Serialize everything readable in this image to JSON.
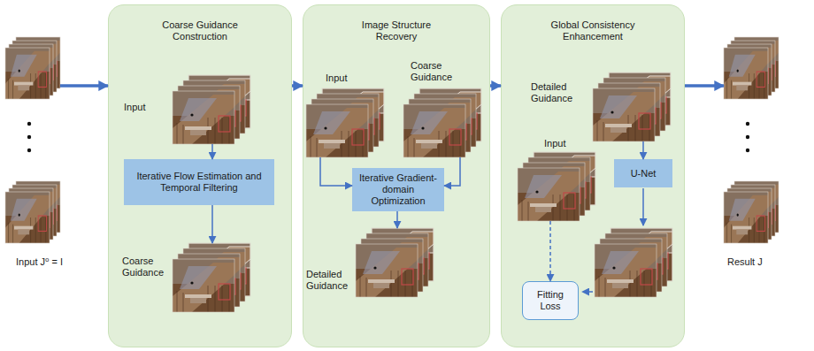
{
  "diagram": {
    "nodes": [
      {
        "text": [
          "Input J⁰ = I"
        ]
      },
      {
        "text": [
          "Coarse Guidance Construction"
        ]
      },
      {
        "text": [
          "Input"
        ],
        "in": 1
      },
      {
        "text": [
          "Iterative Flow Estimation and Temporal Filtering"
        ],
        "in": 1
      },
      {
        "text": [
          "Coarse Guidance"
        ],
        "in": 1
      },
      {
        "text": [
          "Image Structure Recovery"
        ]
      },
      {
        "text": [
          "Input"
        ],
        "in": 5
      },
      {
        "text": [
          "Coarse Guidance"
        ],
        "in": 5
      },
      {
        "text": [
          "Iterative Gradient-domain Optimization"
        ],
        "in": 5
      },
      {
        "text": [
          "Detailed Guidance"
        ],
        "in": 5
      },
      {
        "text": [
          "Global Consistency Enhancement"
        ]
      },
      {
        "text": [
          "Detailed Guidance"
        ],
        "in": 10
      },
      {
        "text": [
          "Input"
        ],
        "in": 10
      },
      {
        "text": [
          "U-Net"
        ],
        "in": 10
      },
      {
        "text": [
          "Fitting Loss"
        ],
        "in": 10
      },
      {
        "text": [
          "Result J"
        ]
      }
    ],
    "edges": [
      {
        "from": 0,
        "to": 1,
        "arrow": "to"
      },
      {
        "from": 1,
        "to": 5,
        "arrow": "to"
      },
      {
        "from": 5,
        "to": 10,
        "arrow": "to"
      },
      {
        "from": 10,
        "to": 15,
        "arrow": "to"
      },
      {
        "from": 2,
        "to": 3,
        "arrow": "to"
      },
      {
        "from": 3,
        "to": 4,
        "arrow": "to"
      },
      {
        "from": 6,
        "to": 8,
        "arrow": "to"
      },
      {
        "from": 7,
        "to": 8,
        "arrow": "to"
      },
      {
        "from": 8,
        "to": 9,
        "arrow": "to"
      },
      {
        "from": 11,
        "to": 13,
        "arrow": "to"
      },
      {
        "from": 12,
        "to": 14,
        "arrow": "to"
      }
    ]
  }
}
